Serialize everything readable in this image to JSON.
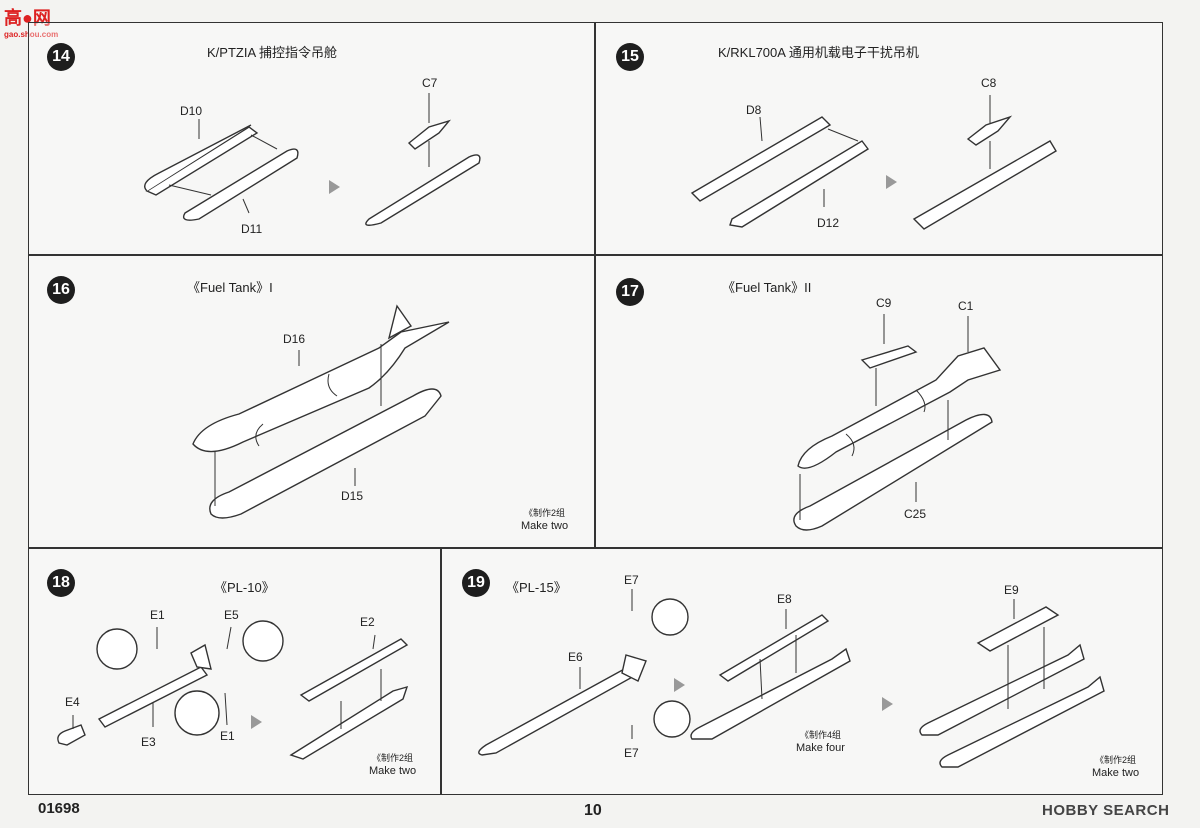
{
  "watermark": {
    "text": "高●网",
    "sub": "gao.shou.com"
  },
  "steps": {
    "s14": {
      "num": "14",
      "title": "K/PTZIA 捕控指令吊舱",
      "labels": {
        "d10": "D10",
        "d11": "D11",
        "c7": "C7"
      }
    },
    "s15": {
      "num": "15",
      "title": "K/RKL700A 通用机载电子干扰吊机",
      "labels": {
        "d8": "D8",
        "d12": "D12",
        "c8": "C8"
      }
    },
    "s16": {
      "num": "16",
      "title": "《Fuel Tank》I",
      "labels": {
        "d16": "D16",
        "d15": "D15"
      },
      "note_cn": "《制作2组",
      "note": "Make two"
    },
    "s17": {
      "num": "17",
      "title": "《Fuel Tank》II",
      "labels": {
        "c9": "C9",
        "c1": "C1",
        "c25": "C25"
      }
    },
    "s18": {
      "num": "18",
      "title": "《PL-10》",
      "labels": {
        "e1a": "E1",
        "e5": "E5",
        "e4": "E4",
        "e3": "E3",
        "e1b": "E1",
        "e2": "E2"
      },
      "note_cn": "《制作2组",
      "note": "Make two"
    },
    "s19": {
      "num": "19",
      "title": "《PL-15》",
      "labels": {
        "e7a": "E7",
        "e6": "E6",
        "e7b": "E7",
        "e8": "E8",
        "e9": "E9"
      },
      "note1_cn": "《制作4组",
      "note1": "Make four",
      "note2_cn": "《制作2组",
      "note2": "Make two"
    }
  },
  "footer": {
    "code": "01698",
    "page": "10",
    "brand": "HOBBY SEARCH"
  }
}
